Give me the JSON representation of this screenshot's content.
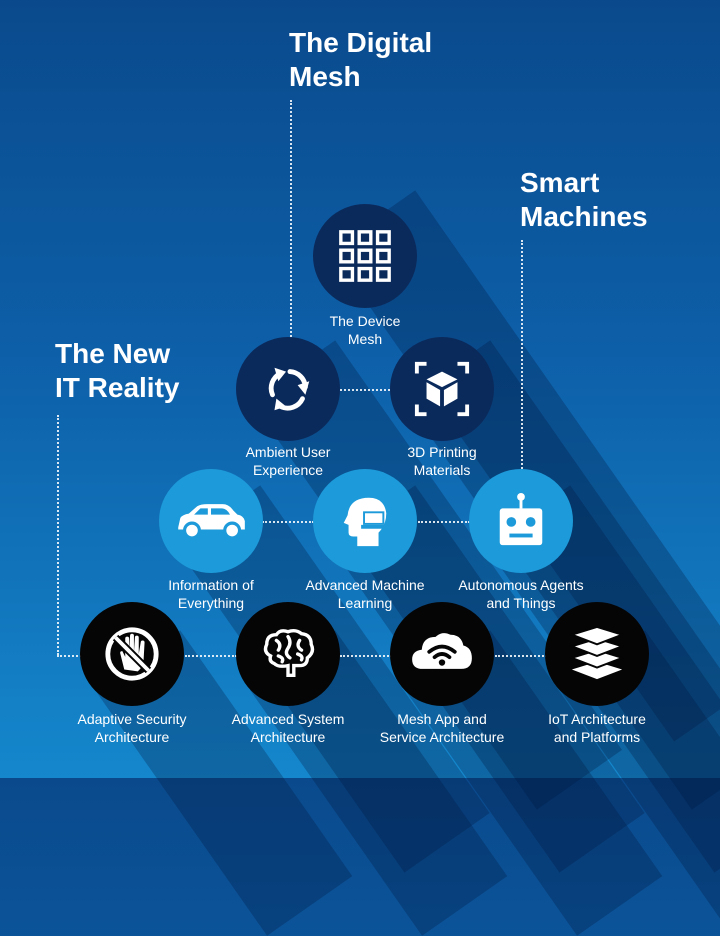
{
  "headings": {
    "digital_mesh": "The Digital\nMesh",
    "smart_machines": "Smart\nMachines",
    "new_it_reality": "The New\nIT Reality"
  },
  "nodes": {
    "device_mesh": {
      "label": "The Device\nMesh",
      "icon": "grid-icon"
    },
    "ambient_ux": {
      "label": "Ambient User\nExperience",
      "icon": "refresh-cycle-icon"
    },
    "printing_3d": {
      "label": "3D Printing\nMaterials",
      "icon": "cube-scan-icon"
    },
    "info_everything": {
      "label": "Information of\nEverything",
      "icon": "car-icon"
    },
    "adv_ml": {
      "label": "Advanced Machine\nLearning",
      "icon": "head-laptop-icon"
    },
    "autonomous": {
      "label": "Autonomous Agents\nand Things",
      "icon": "robot-icon"
    },
    "adaptive_security": {
      "label": "Adaptive Security\nArchitecture",
      "icon": "blocked-hand-icon"
    },
    "adv_system": {
      "label": "Advanced System\nArchitecture",
      "icon": "brain-icon"
    },
    "mesh_app": {
      "label": "Mesh App and\nService Architecture",
      "icon": "cloud-wifi-icon"
    },
    "iot": {
      "label": "IoT Architecture\nand Platforms",
      "icon": "layers-icon"
    }
  },
  "colors": {
    "dark_node": "#0b2a5c",
    "light_node": "#1d9ad9",
    "black_node": "#050505",
    "background_top": "#0a4a8c",
    "background_bottom": "#1587cc"
  }
}
